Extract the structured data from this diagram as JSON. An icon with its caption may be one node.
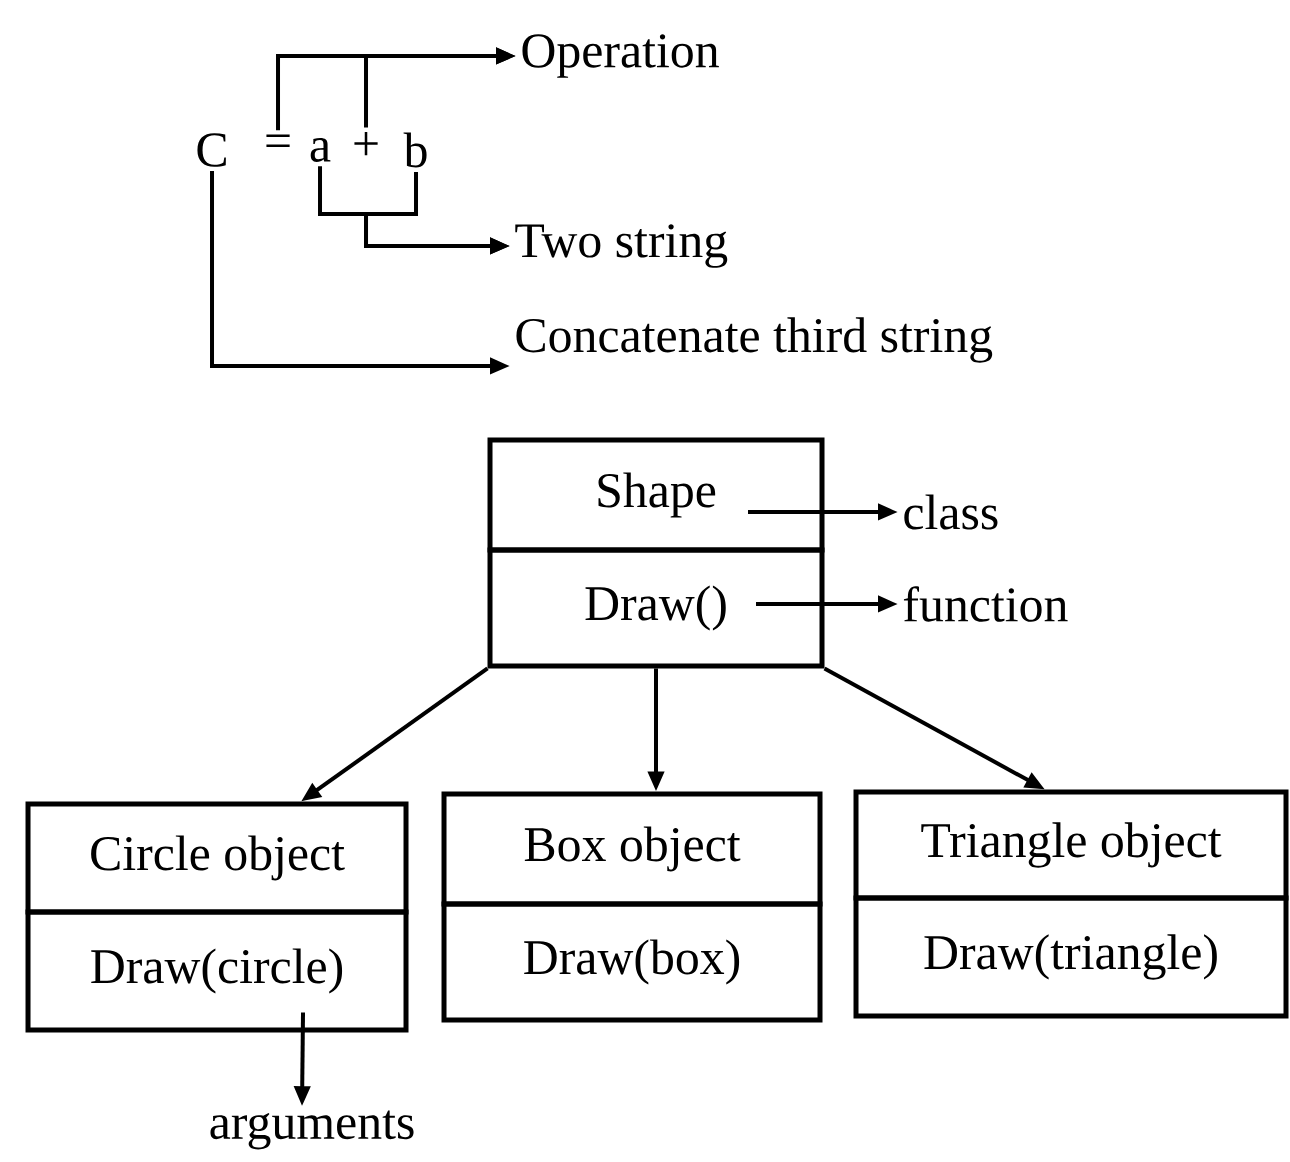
{
  "diagram": {
    "nodes": [
      {
        "text": [
          "C"
        ]
      },
      {
        "text": [
          "="
        ]
      },
      {
        "text": [
          "a"
        ]
      },
      {
        "text": [
          "+"
        ]
      },
      {
        "text": [
          "b"
        ]
      },
      {
        "text": [
          "Operation"
        ]
      },
      {
        "text": [
          "Two string"
        ]
      },
      {
        "text": [
          "Concatenate third string"
        ]
      },
      {
        "text": [
          "Shape"
        ]
      },
      {
        "text": [
          "class"
        ]
      },
      {
        "text": [
          "Draw()"
        ]
      },
      {
        "text": [
          "function"
        ]
      },
      {
        "text": [
          "Circle object"
        ]
      },
      {
        "text": [
          "Box object"
        ]
      },
      {
        "text": [
          "Triangle object"
        ]
      },
      {
        "text": [
          "Draw(circle)"
        ]
      },
      {
        "text": [
          "Draw(box)"
        ]
      },
      {
        "text": [
          "Draw(triangle)"
        ]
      },
      {
        "text": [
          "arguments"
        ]
      }
    ],
    "edges": [
      {
        "from": 1,
        "to": 5,
        "arrow": "to"
      },
      {
        "from": 3,
        "to": 5,
        "arrow": "to"
      },
      {
        "from": 2,
        "to": 6,
        "arrow": "to"
      },
      {
        "from": 4,
        "to": 6,
        "arrow": "to"
      },
      {
        "from": 0,
        "to": 7,
        "arrow": "to"
      },
      {
        "from": 8,
        "to": 9,
        "arrow": "to"
      },
      {
        "from": 10,
        "to": 11,
        "arrow": "to"
      },
      {
        "from": 10,
        "to": 12,
        "arrow": "to"
      },
      {
        "from": 10,
        "to": 13,
        "arrow": "to"
      },
      {
        "from": 10,
        "to": 14,
        "arrow": "to"
      },
      {
        "from": 15,
        "to": 18,
        "arrow": "to"
      }
    ]
  }
}
